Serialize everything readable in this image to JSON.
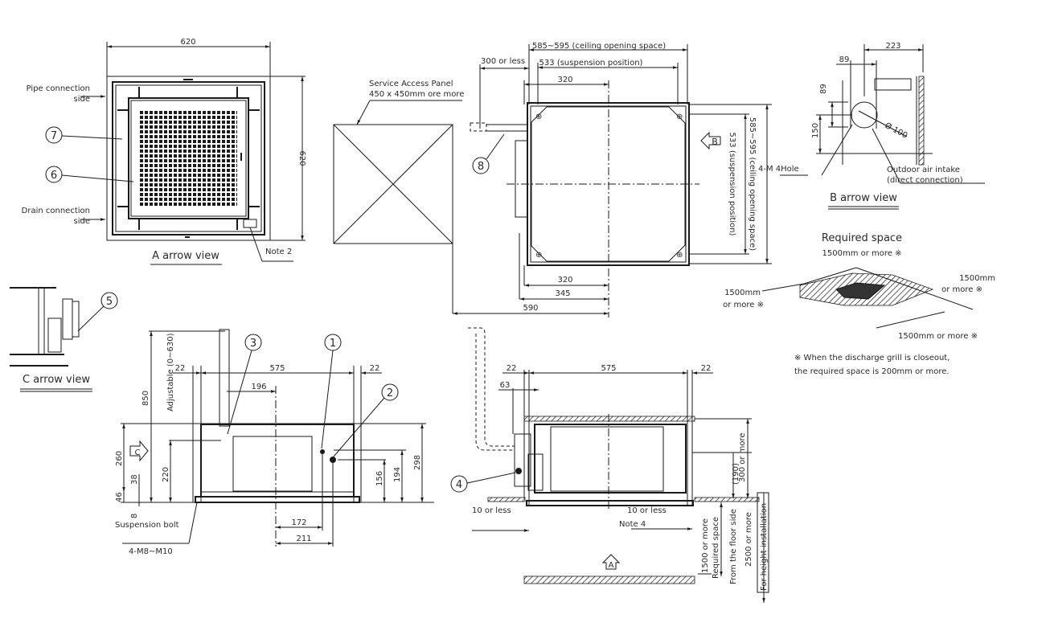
{
  "drawing": {
    "a_arrow_view": {
      "title": "A arrow view",
      "width_dim": "620",
      "height_dim": "620",
      "pipe_side_label_1": "Pipe connection",
      "pipe_side_label_2": "side",
      "drain_side_label_1": "Drain connection",
      "drain_side_label_2": "side",
      "note": "Note 2",
      "callout_7": "7",
      "callout_6": "6"
    },
    "service_panel": {
      "label_1": "Service Access Panel",
      "label_2": "450 x 450mm ore more"
    },
    "top_view": {
      "ceiling_opening": "585~595 (ceiling opening space)",
      "suspension_position": "533 (suspension position)",
      "pipe_length": "300 or less",
      "dim_320_top": "320",
      "dim_320_bottom": "320",
      "dim_345": "345",
      "dim_590": "590",
      "vertical_suspension": "533 (suspension position)",
      "vertical_ceiling": "585~595 (ceiling opening space)",
      "holes": "4-M 4Hole",
      "callout_8": "8",
      "arrow_b": "B"
    },
    "b_arrow_view": {
      "title": "B arrow view",
      "dim_223": "223",
      "dim_89_h": "89",
      "dim_89_v": "89",
      "dim_150": "150",
      "diameter": "Ø 100",
      "intake_1": "Outdoor air intake",
      "intake_2": "(direct connection)"
    },
    "required_space": {
      "title": "Required space",
      "top": "1500mm or more ※",
      "right_1": "1500mm",
      "right_2": "or more ※",
      "left_1": "1500mm",
      "left_2": "or more ※",
      "bottom": "1500mm or more ※",
      "note_1": "※ When the discharge grill is closeout,",
      "note_2": "the required space is 200mm or more."
    },
    "c_arrow_view": {
      "title": "C arrow view",
      "callout_5": "5"
    },
    "front_view": {
      "dim_575": "575",
      "dim_22_left": "22",
      "dim_22_right": "22",
      "dim_196": "196",
      "dim_850": "850",
      "adjustable": "Adjustable (0~630)",
      "dim_260": "260",
      "dim_220": "220",
      "dim_38": "38",
      "dim_46": "46",
      "dim_8": "8",
      "dim_298": "298",
      "dim_194": "194",
      "dim_156": "156",
      "dim_172": "172",
      "dim_211": "211",
      "suspension_bolt": "Suspension bolt",
      "bolt_spec": "4-M8~M10",
      "callout_1": "1",
      "callout_2": "2",
      "callout_3": "3",
      "arrow_c": "C"
    },
    "side_view": {
      "dim_575": "575",
      "dim_22_left": "22",
      "dim_22_right": "22",
      "dim_63": "63",
      "ten_or_less_left": "10 or less",
      "ten_or_less_right": "10 or less",
      "note": "Note 4",
      "callout_4": "4",
      "arrow_a": "A",
      "dim_190": "(190)",
      "dim_300": "300 or more",
      "dim_1500": "1500 or more",
      "required_space": "Required space",
      "floor_side": "From the floor side",
      "dim_2500": "2500 or more",
      "height_install": "For height installation"
    }
  }
}
